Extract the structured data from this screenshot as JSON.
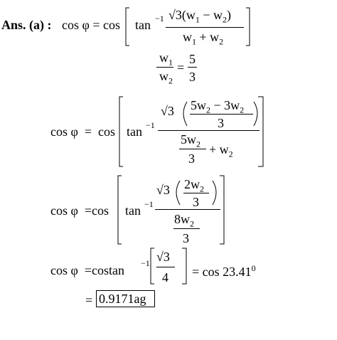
{
  "answer": {
    "label": "Ans. (a) :",
    "phi": "φ",
    "cos": "cos",
    "tan": "tan",
    "inv": "−1",
    "eq": "=",
    "sqrt3": "√3",
    "w": "w",
    "sub1": "1",
    "sub2": "2",
    "minus": "−",
    "plus": "+",
    "five": "5",
    "three": "3",
    "five_w2": "5w",
    "three_w2": "3w",
    "two_w2": "2w",
    "eight_w2": "8w",
    "four": "4",
    "angle": "23.41",
    "degree": "0",
    "result": "0.9171ag"
  }
}
